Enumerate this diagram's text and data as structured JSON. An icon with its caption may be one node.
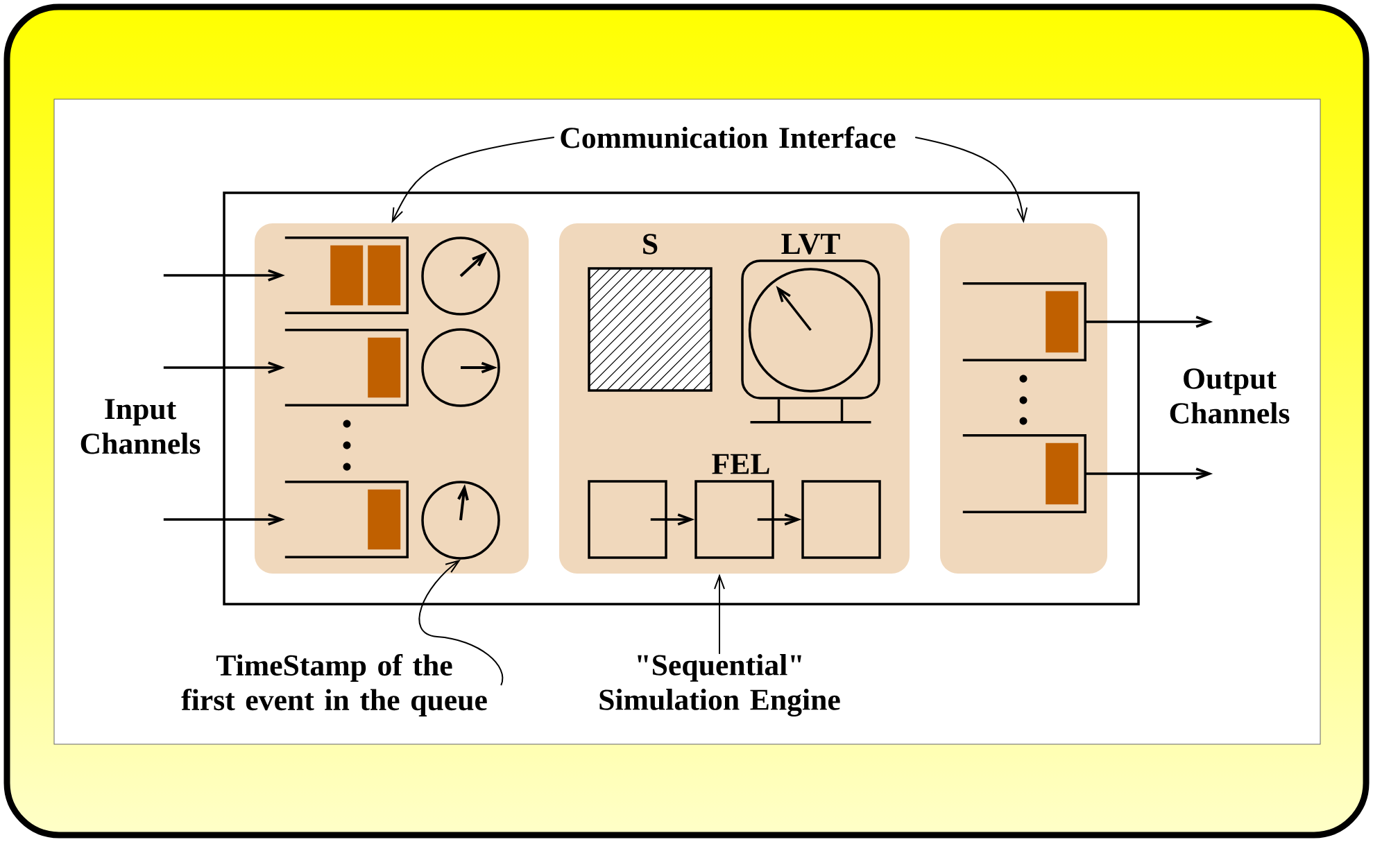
{
  "diagram": {
    "nodes": [
      {
        "text": [
          "Communication Interface"
        ]
      },
      {
        "text": [],
        "shape": "box"
      },
      {
        "text": [],
        "shape": "box",
        "in": 1
      },
      {
        "text": [],
        "shape": "box",
        "in": 2
      },
      {
        "text": [],
        "shape": "box",
        "in": 2
      },
      {
        "text": [],
        "shape": "box",
        "in": 2
      },
      {
        "text": [],
        "shape": "circle",
        "in": 2
      },
      {
        "text": [],
        "shape": "circle",
        "in": 2
      },
      {
        "text": [],
        "shape": "circle",
        "in": 2
      },
      {
        "text": [],
        "shape": "box",
        "in": 1
      },
      {
        "text": [
          "S"
        ],
        "in": 9
      },
      {
        "text": [
          "LVT"
        ],
        "in": 9
      },
      {
        "text": [],
        "shape": "box",
        "in": 9
      },
      {
        "text": [],
        "shape": "box",
        "in": 9
      },
      {
        "text": [],
        "shape": "box",
        "in": 9
      },
      {
        "text": [],
        "shape": "box",
        "in": 1
      },
      {
        "text": [],
        "shape": "box",
        "in": 15
      },
      {
        "text": [],
        "shape": "box",
        "in": 15
      },
      {
        "text": [
          "TimeStamp of the first event in the queue"
        ]
      },
      {
        "text": [
          "\"Sequential\" Simulation Engine"
        ]
      }
    ],
    "edges": [
      {
        "from": 0,
        "to": 2,
        "arrow": "to"
      },
      {
        "from": 0,
        "to": 15,
        "arrow": "to"
      },
      {
        "from": null,
        "to": 3,
        "arrow": "to"
      },
      {
        "from": null,
        "to": 4,
        "arrow": "to"
      },
      {
        "from": null,
        "to": 5,
        "arrow": "to"
      },
      {
        "from": 12,
        "to": 13,
        "arrow": "to"
      },
      {
        "from": 13,
        "to": 14,
        "arrow": "to"
      },
      {
        "from": 16,
        "to": null,
        "arrow": "to"
      },
      {
        "from": 17,
        "to": null,
        "arrow": "to"
      },
      {
        "from": 18,
        "to": 8,
        "arrow": "to"
      },
      {
        "from": 19,
        "to": 9,
        "arrow": "to"
      }
    ],
    "labels": [
      "Input Channels",
      "FEL",
      "Output Channels"
    ]
  }
}
